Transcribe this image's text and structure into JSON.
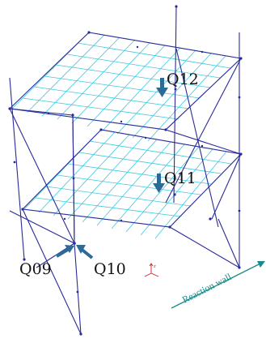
{
  "labels": {
    "q12": "Q12",
    "q11": "Q11",
    "q09": "Q09",
    "q10": "Q10",
    "reaction_wall": "Reaction wall"
  },
  "colors": {
    "frame": "#2a2a9a",
    "mesh": "#3ec8e0",
    "arrow": "#2e6a96",
    "wall_arrow": "#1a8a8a",
    "axis": "#d02020"
  },
  "icons": {
    "axis_triad": "axis-triad-icon"
  }
}
